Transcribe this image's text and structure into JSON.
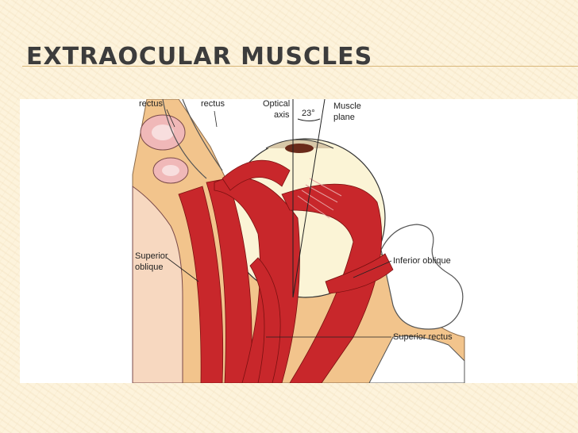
{
  "slide": {
    "title": "EXTRAOCULAR MUSCLES"
  },
  "figure": {
    "labels": {
      "rectus_left": "rectus",
      "rectus_mid": "rectus",
      "optical_axis_line1": "Optical",
      "optical_axis_line2": "axis",
      "angle": "23°",
      "muscle_plane_line1": "Muscle",
      "muscle_plane_line2": "plane",
      "superior_oblique_line1": "Superior",
      "superior_oblique_line2": "oblique",
      "inferior_oblique": "Inferior oblique",
      "superior_rectus": "Superior rectus"
    }
  },
  "colors": {
    "background": "#fdf3dc",
    "title": "#3c3c3c",
    "muscle": "#c8272b",
    "bone": "#f2c48c",
    "eyeball": "#fbf4d6"
  }
}
